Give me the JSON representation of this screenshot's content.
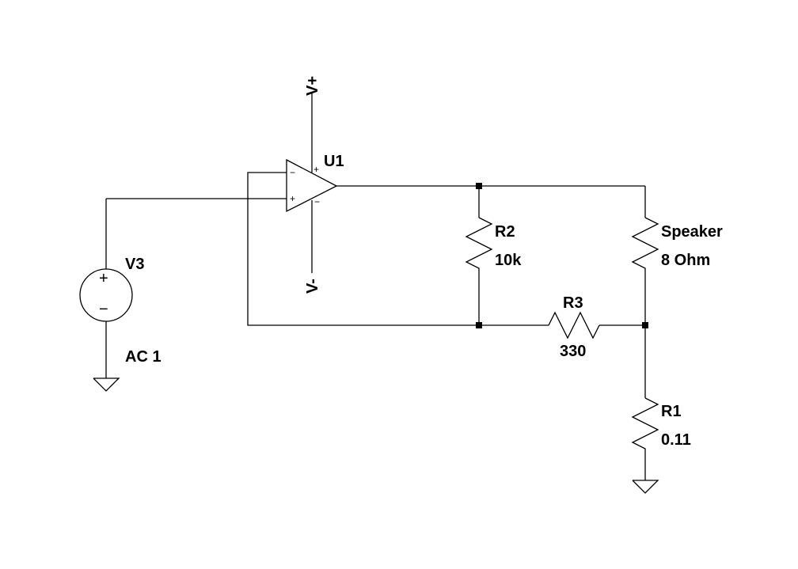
{
  "components": {
    "u1": {
      "ref": "U1",
      "plus": "+",
      "minus": "−",
      "supply_plus": "+",
      "supply_minus": "−"
    },
    "v3": {
      "ref": "V3",
      "value": "AC 1",
      "plus": "+",
      "minus": "−"
    },
    "r2": {
      "ref": "R2",
      "value": "10k"
    },
    "r3": {
      "ref": "R3",
      "value": "330"
    },
    "speaker": {
      "ref": "Speaker",
      "value": "8 Ohm"
    },
    "r1": {
      "ref": "R1",
      "value": "0.11"
    }
  },
  "nets": {
    "vpos": "V+",
    "vneg": "V-"
  },
  "colors": {
    "wire": "#000000",
    "background": "#ffffff"
  },
  "icons": {
    "ground": "ground-symbol-icon",
    "resistor": "resistor-zigzag-icon",
    "source": "voltage-source-icon",
    "opamp": "opamp-triangle-icon"
  }
}
